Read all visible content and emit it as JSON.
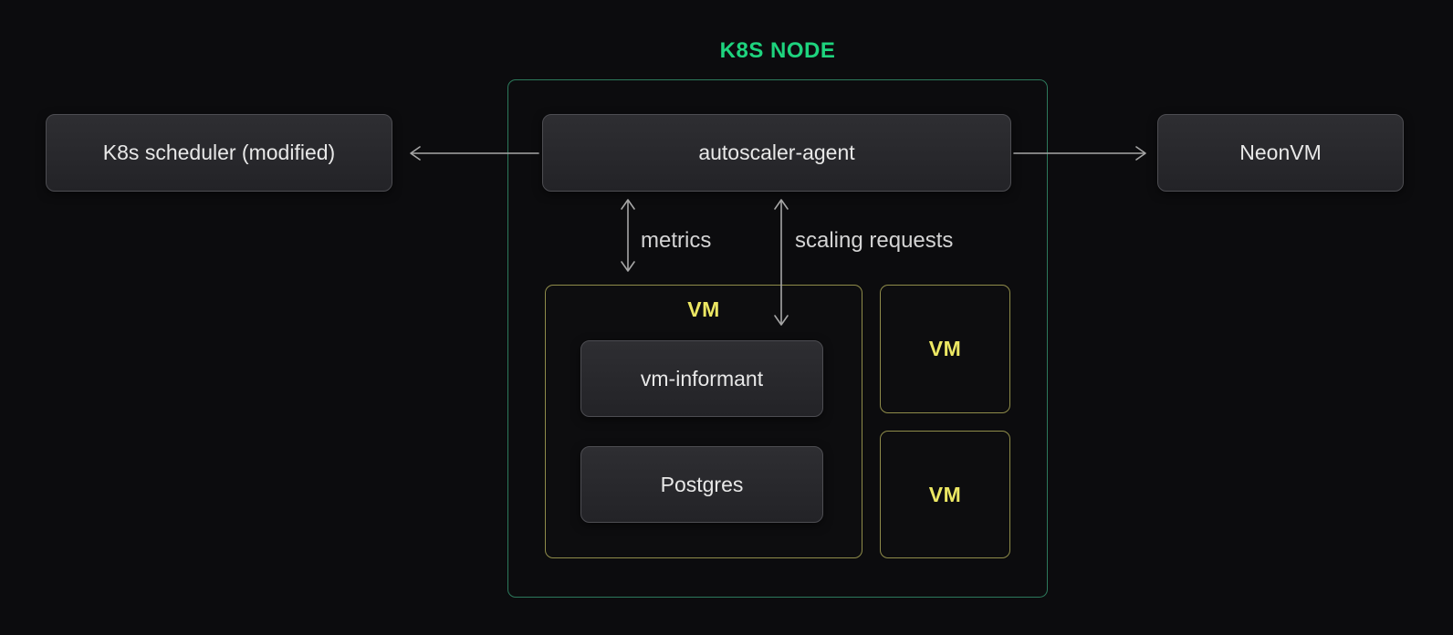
{
  "diagram": {
    "title": "K8S NODE",
    "boxes": {
      "scheduler": "K8s scheduler (modified)",
      "autoscaler": "autoscaler-agent",
      "neonvm": "NeonVM",
      "vm_group": "VM",
      "vm_informant": "vm-informant",
      "postgres": "Postgres",
      "vm_small_1": "VM",
      "vm_small_2": "VM"
    },
    "edges": {
      "metrics": "metrics",
      "scaling": "scaling requests"
    },
    "colors": {
      "background": "#0c0c0e",
      "accent_green": "#1ed47e",
      "green_border": "#2d7a5c",
      "yellow_text": "#ece763",
      "yellow_border": "#8f8c4a",
      "box_border": "#4d4d52",
      "box_fill_top": "#2e2e32",
      "box_fill_bottom": "#232327",
      "text_primary": "#e8e8e8",
      "text_secondary": "#d4d4d4",
      "arrow": "#a6a6a6"
    }
  }
}
